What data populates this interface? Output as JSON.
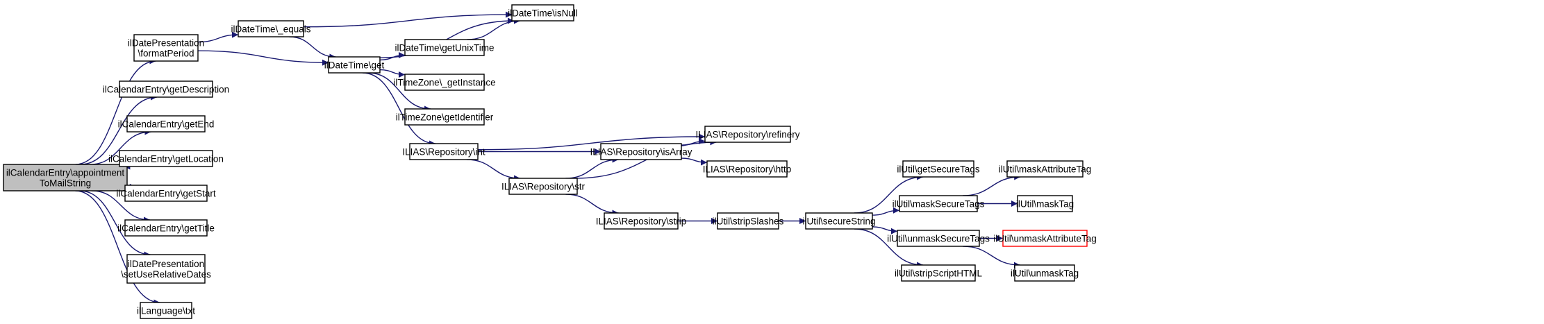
{
  "colors": {
    "edge": "#191970",
    "node_fill": "#ffffff",
    "root_fill": "#bfbfbf",
    "node_border": "#000000",
    "missing_border": "#ff0000"
  },
  "nodes": [
    {
      "id": "root",
      "lines": [
        "ilCalendarEntry\\appointment",
        "ToMailString"
      ],
      "root": true
    },
    {
      "id": "fmt",
      "lines": [
        "ilDatePresentation",
        "\\formatPeriod"
      ]
    },
    {
      "id": "desc",
      "lines": [
        "ilCalendarEntry\\getDescription"
      ]
    },
    {
      "id": "end",
      "lines": [
        "ilCalendarEntry\\getEnd"
      ]
    },
    {
      "id": "loc",
      "lines": [
        "ilCalendarEntry\\getLocation"
      ]
    },
    {
      "id": "start",
      "lines": [
        "ilCalendarEntry\\getStart"
      ]
    },
    {
      "id": "title",
      "lines": [
        "ilCalendarEntry\\getTitle"
      ]
    },
    {
      "id": "rel",
      "lines": [
        "ilDatePresentation",
        "\\setUseRelativeDates"
      ]
    },
    {
      "id": "txt",
      "lines": [
        "ilLanguage\\txt"
      ]
    },
    {
      "id": "equals",
      "lines": [
        "ilDateTime\\_equals"
      ]
    },
    {
      "id": "get",
      "lines": [
        "ilDateTime\\get"
      ]
    },
    {
      "id": "isnull",
      "lines": [
        "ilDateTime\\isNull"
      ]
    },
    {
      "id": "unix",
      "lines": [
        "ilDateTime\\getUnixTime"
      ]
    },
    {
      "id": "tzinst",
      "lines": [
        "ilTimeZone\\_getInstance"
      ]
    },
    {
      "id": "tzid",
      "lines": [
        "ilTimeZone\\getIdentifier"
      ]
    },
    {
      "id": "int",
      "lines": [
        "ILIAS\\Repository\\int"
      ]
    },
    {
      "id": "refinery",
      "lines": [
        "ILIAS\\Repository\\refinery"
      ]
    },
    {
      "id": "isarray",
      "lines": [
        "ILIAS\\Repository\\isArray"
      ]
    },
    {
      "id": "str",
      "lines": [
        "ILIAS\\Repository\\str"
      ]
    },
    {
      "id": "http",
      "lines": [
        "ILIAS\\Repository\\http"
      ]
    },
    {
      "id": "strip",
      "lines": [
        "ILIAS\\Repository\\strip"
      ]
    },
    {
      "id": "stripslashes",
      "lines": [
        "ilUtil\\stripSlashes"
      ]
    },
    {
      "id": "secure",
      "lines": [
        "ilUtil\\secureString"
      ]
    },
    {
      "id": "getsecuretags",
      "lines": [
        "ilUtil\\getSecureTags"
      ]
    },
    {
      "id": "masksecure",
      "lines": [
        "ilUtil\\maskSecureTags"
      ]
    },
    {
      "id": "unmasksecure",
      "lines": [
        "ilUtil\\unmaskSecureTags"
      ]
    },
    {
      "id": "stripscript",
      "lines": [
        "ilUtil\\stripScriptHTML"
      ]
    },
    {
      "id": "maskattr",
      "lines": [
        "ilUtil\\maskAttributeTag"
      ]
    },
    {
      "id": "masktag",
      "lines": [
        "ilUtil\\maskTag"
      ]
    },
    {
      "id": "unmaskattr",
      "lines": [
        "ilUtil\\unmaskAttributeTag"
      ],
      "missing": true
    },
    {
      "id": "unmasktag",
      "lines": [
        "ilUtil\\unmaskTag"
      ]
    }
  ],
  "edges": [
    [
      "root",
      "fmt"
    ],
    [
      "root",
      "desc"
    ],
    [
      "root",
      "end"
    ],
    [
      "root",
      "loc"
    ],
    [
      "root",
      "start"
    ],
    [
      "root",
      "title"
    ],
    [
      "root",
      "rel"
    ],
    [
      "root",
      "txt"
    ],
    [
      "fmt",
      "equals"
    ],
    [
      "fmt",
      "get"
    ],
    [
      "equals",
      "isnull"
    ],
    [
      "equals",
      "get"
    ],
    [
      "get",
      "isnull"
    ],
    [
      "get",
      "unix"
    ],
    [
      "get",
      "tzinst"
    ],
    [
      "get",
      "tzid"
    ],
    [
      "get",
      "int"
    ],
    [
      "unix",
      "isnull"
    ],
    [
      "int",
      "refinery"
    ],
    [
      "int",
      "isarray"
    ],
    [
      "int",
      "str"
    ],
    [
      "isarray",
      "refinery"
    ],
    [
      "isarray",
      "http"
    ],
    [
      "str",
      "isarray"
    ],
    [
      "str",
      "refinery"
    ],
    [
      "str",
      "strip"
    ],
    [
      "strip",
      "stripslashes"
    ],
    [
      "stripslashes",
      "secure"
    ],
    [
      "secure",
      "getsecuretags"
    ],
    [
      "secure",
      "masksecure"
    ],
    [
      "secure",
      "unmasksecure"
    ],
    [
      "secure",
      "stripscript"
    ],
    [
      "masksecure",
      "maskattr"
    ],
    [
      "masksecure",
      "masktag"
    ],
    [
      "unmasksecure",
      "unmaskattr"
    ],
    [
      "unmasksecure",
      "unmasktag"
    ]
  ]
}
